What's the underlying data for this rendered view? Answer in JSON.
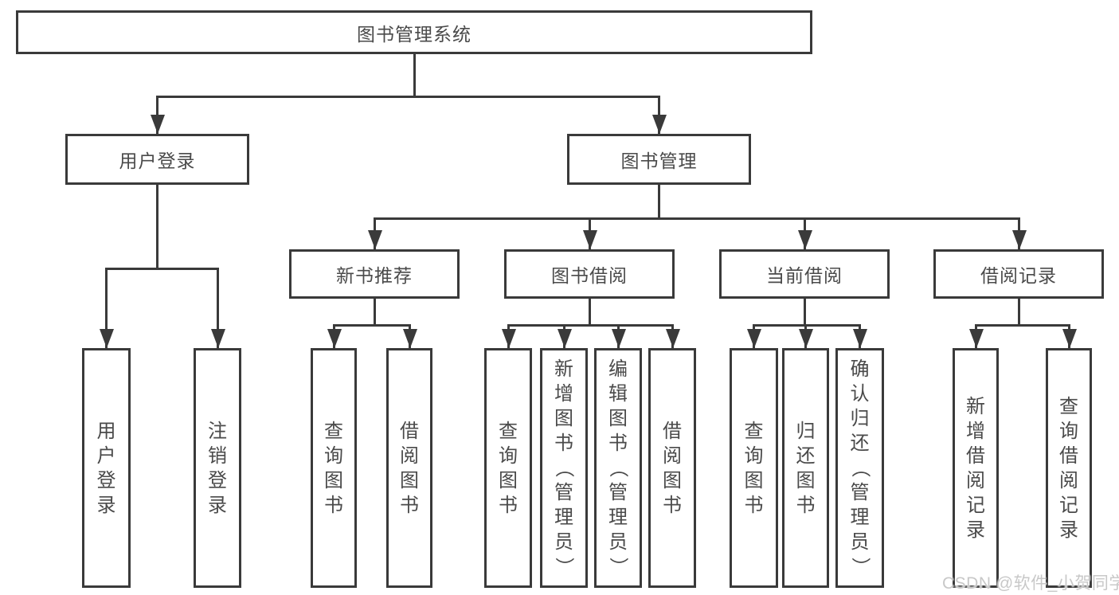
{
  "diagram": {
    "root": {
      "label": "图书管理系统"
    },
    "level2": [
      {
        "label": "用户登录",
        "children": [
          "用户登录",
          "注销登录"
        ]
      },
      {
        "label": "图书管理"
      }
    ],
    "level3": [
      {
        "label": "新书推荐",
        "children": [
          "查询图书",
          "借阅图书"
        ]
      },
      {
        "label": "图书借阅",
        "children": [
          "查询图书",
          "新增图书（管理员）",
          "编辑图书（管理员）",
          "借阅图书"
        ]
      },
      {
        "label": "当前借阅",
        "children": [
          "查询图书",
          "归还图书",
          "确认归还（管理员）"
        ]
      },
      {
        "label": "借阅记录",
        "children": [
          "新增借阅记录",
          "查询借阅记录"
        ]
      }
    ]
  },
  "watermark": {
    "text": "CSDN @软件_小贺同学"
  },
  "colors": {
    "line": "#3a3a3a",
    "node_text": "#4a4a4a",
    "watermark_text": "#c8c8c8",
    "background": "#ffffff"
  }
}
